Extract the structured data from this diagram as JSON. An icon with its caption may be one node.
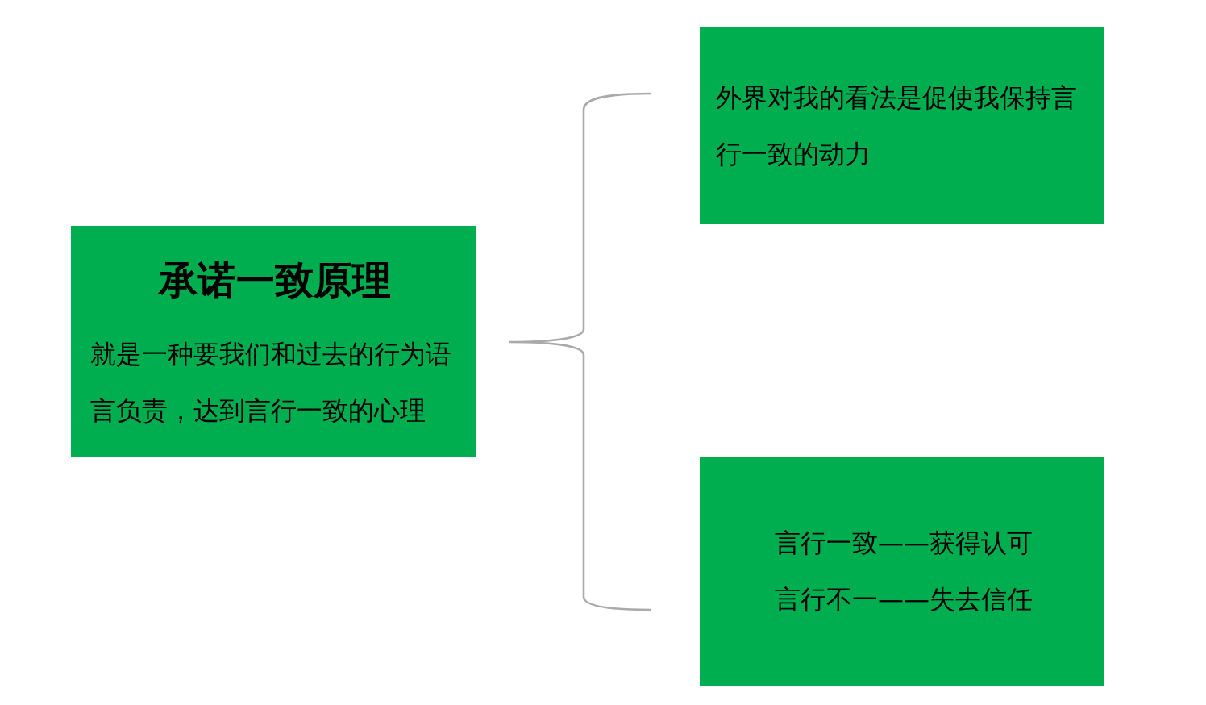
{
  "diagram": {
    "nodes": [
      {
        "text": [
          "承诺一致原理",
          "就是一种要我们和过去的行为语言负责，达到言行一致的心理"
        ]
      },
      {
        "text": [
          "外界对我的看法是促使我保持言行一致的动力"
        ]
      },
      {
        "text": [
          "言行一致——获得认可",
          "言行不一——失去信任"
        ]
      }
    ],
    "edges": []
  }
}
